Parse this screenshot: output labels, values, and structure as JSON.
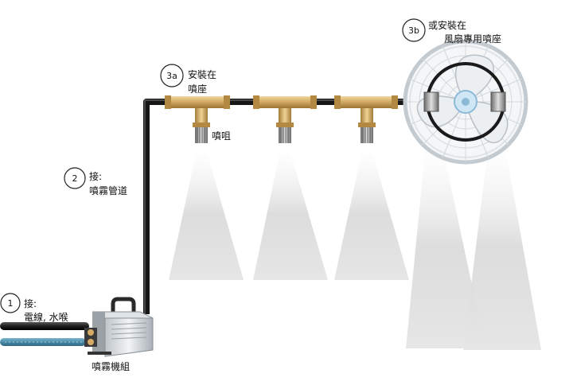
{
  "steps": {
    "step1": {
      "number": "1",
      "line1": "接:",
      "line2": "電線, 水喉"
    },
    "step2": {
      "number": "2",
      "line1": "接:",
      "line2": "噴霧管道"
    },
    "step3a": {
      "number": "3a",
      "line1": "安裝在",
      "line2": "噴座"
    },
    "step3b": {
      "number": "3b",
      "line1": "或安裝在",
      "line2": "風扇專用噴座"
    }
  },
  "labels": {
    "nozzle": "噴咀",
    "machine": "噴霧機組"
  },
  "colors": {
    "pipe": "#1e1e1e",
    "brass": "#d4ac66",
    "water_hose": "#4a8aa8",
    "fan_frame": "#cfd6dc",
    "mist": "#d8d8d8"
  }
}
